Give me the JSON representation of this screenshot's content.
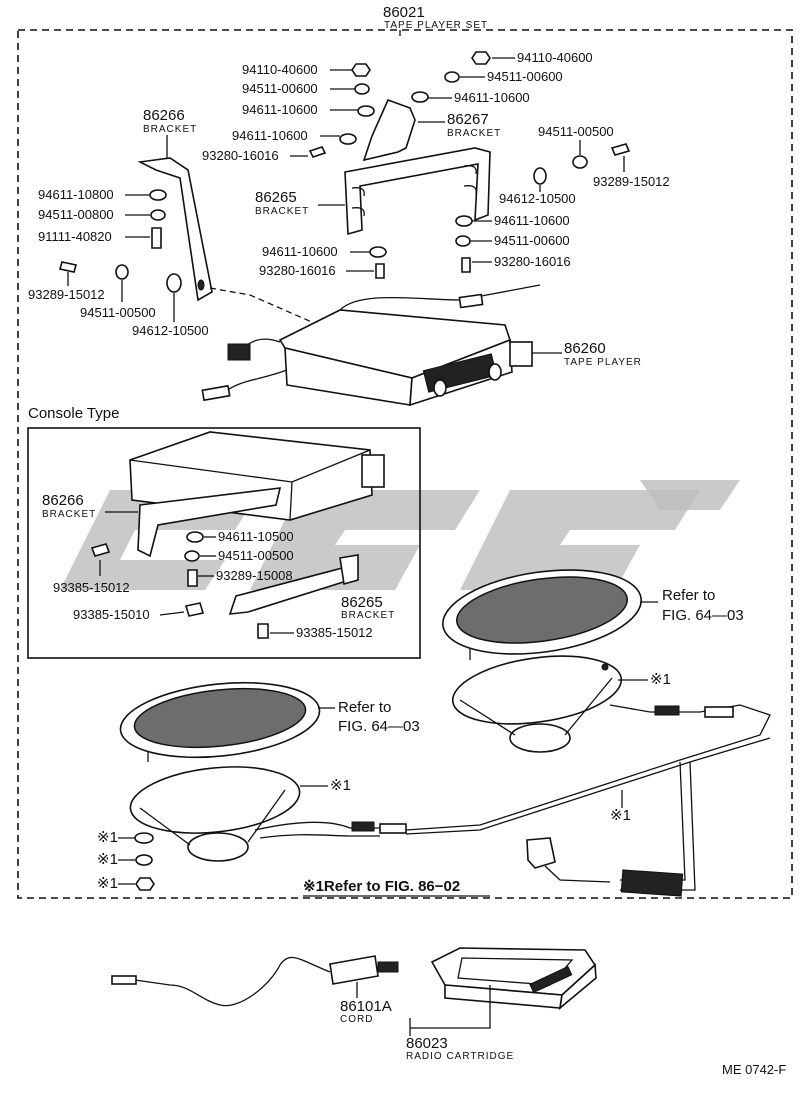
{
  "set": {
    "number": "86021",
    "name": "TAPE PLAYER SET"
  },
  "hardware_top": [
    {
      "id": "h1",
      "code": "94110-40600"
    },
    {
      "id": "h2",
      "code": "94511-00600"
    },
    {
      "id": "h3",
      "code": "94611-10600"
    },
    {
      "id": "h4",
      "code": "94611-10600"
    },
    {
      "id": "h5",
      "code": "93280-16016"
    },
    {
      "id": "h6",
      "code": "94110-40600"
    },
    {
      "id": "h7",
      "code": "94511-00600"
    },
    {
      "id": "h8",
      "code": "94611-10600"
    },
    {
      "id": "h9",
      "code": "94511-00500"
    },
    {
      "id": "h10",
      "code": "93289-15012"
    },
    {
      "id": "h11",
      "code": "94612-10500"
    },
    {
      "id": "h12",
      "code": "94611-10600"
    },
    {
      "id": "h13",
      "code": "94511-00600"
    },
    {
      "id": "h14",
      "code": "93280-16016"
    },
    {
      "id": "h15",
      "code": "94611-10600"
    },
    {
      "id": "h16",
      "code": "93280-16016"
    },
    {
      "id": "h17",
      "code": "94611-10800"
    },
    {
      "id": "h18",
      "code": "94511-00800"
    },
    {
      "id": "h19",
      "code": "91111-40820"
    },
    {
      "id": "h20",
      "code": "93289-15012"
    },
    {
      "id": "h21",
      "code": "94511-00500"
    },
    {
      "id": "h22",
      "code": "94612-10500"
    }
  ],
  "parts": {
    "bracket_86266": {
      "number": "86266",
      "name": "BRACKET"
    },
    "bracket_86267": {
      "number": "86267",
      "name": "BRACKET"
    },
    "bracket_86265": {
      "number": "86265",
      "name": "BRACKET"
    },
    "tape_player": {
      "number": "86260",
      "name": "TAPE PLAYER"
    },
    "cord": {
      "number": "86101A",
      "name": "CORD"
    },
    "radio_cartridge": {
      "number": "86023",
      "name": "RADIO CARTRIDGE"
    }
  },
  "console": {
    "title": "Console Type",
    "bracket_a": {
      "number": "86266",
      "name": "BRACKET"
    },
    "bracket_b": {
      "number": "86265",
      "name": "BRACKET"
    },
    "hardware": [
      {
        "id": "c1",
        "code": "94611-10500"
      },
      {
        "id": "c2",
        "code": "94511-00500"
      },
      {
        "id": "c3",
        "code": "93385-15012"
      },
      {
        "id": "c4",
        "code": "93289-15008"
      },
      {
        "id": "c5",
        "code": "93385-15010"
      },
      {
        "id": "c6",
        "code": "93385-15012"
      }
    ]
  },
  "refs": {
    "speaker_upper": {
      "line1": "Refer to",
      "line2": "FIG. 64—03"
    },
    "speaker_lower": {
      "line1": "Refer to",
      "line2": "FIG. 64—03"
    },
    "mark": "※1",
    "footnote": "※1Refer to FIG. 86−02"
  },
  "drawing_code": "ME 0742-F"
}
